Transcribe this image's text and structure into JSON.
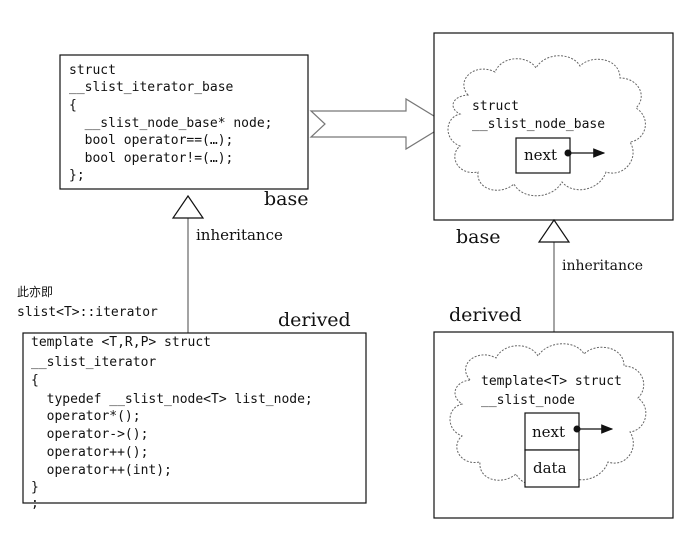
{
  "iterator_base": {
    "lines": [
      "struct",
      "__slist_iterator_base",
      "{",
      "  __slist_node_base* node;",
      "  bool operator==(…);",
      "  bool operator!=(…);",
      "};"
    ],
    "caption": "base"
  },
  "iterator": {
    "lines": [
      "template <T,R,P> struct",
      "__slist_iterator",
      "{",
      "  typedef __slist_node<T> list_node;",
      "  operator*();",
      "  operator->();",
      "  operator++();",
      "  operator++(int);",
      "}",
      ";"
    ],
    "caption": "derived",
    "alias_line1": "此亦即",
    "alias_line2": "slist<T>::iterator"
  },
  "node_base": {
    "lines": [
      "struct",
      "__slist_node_base"
    ],
    "field": "next",
    "caption": "base"
  },
  "node": {
    "lines": [
      "template<T> struct",
      "__slist_node"
    ],
    "fields": [
      "next",
      "data"
    ],
    "caption": "derived"
  },
  "inheritance_label": "inheritance"
}
